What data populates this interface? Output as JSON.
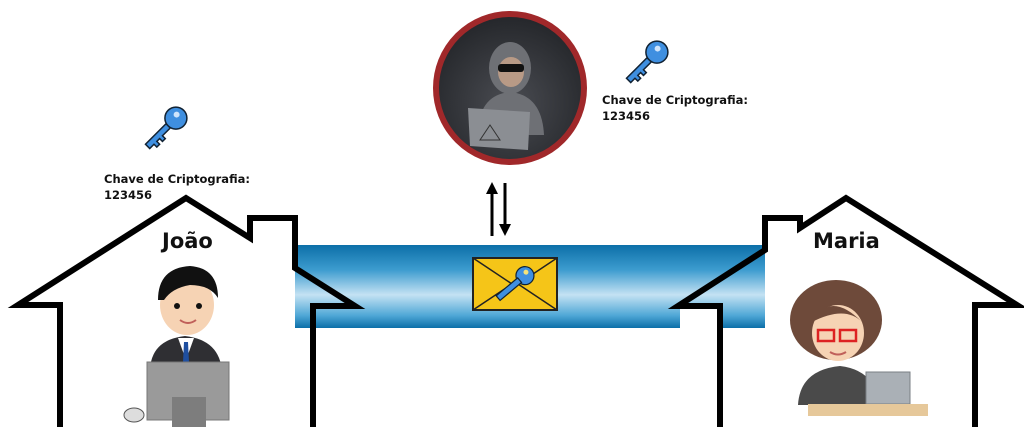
{
  "joao": {
    "name": "João",
    "key_label": "Chave de Criptografia:",
    "key_value": "123456"
  },
  "maria": {
    "name": "Maria"
  },
  "attacker": {
    "key_label": "Chave de Criptografia:",
    "key_value": "123456"
  },
  "colors": {
    "key": "#3f8fe0",
    "envelope": "#f5c518",
    "attacker_ring": "#a0282a",
    "pipe": "#1a86c2"
  }
}
